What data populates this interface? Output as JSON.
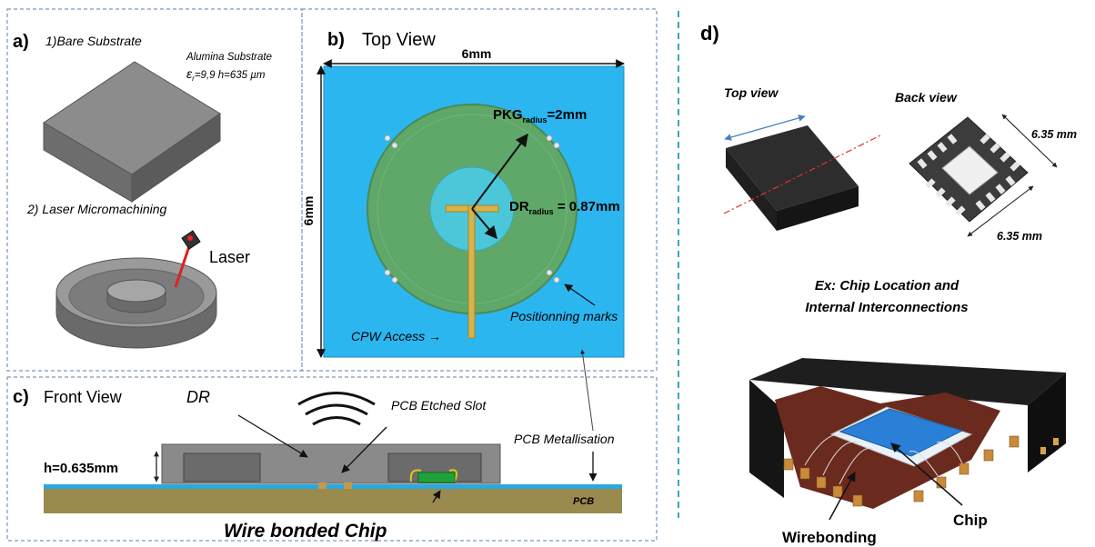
{
  "panel_a": {
    "letter": "a)",
    "step1": "1)Bare Substrate",
    "material": "Alumina Substrate",
    "eps_sym": "ε",
    "eps_sub": "r",
    "eps_val": "=9,9   h=635 µm",
    "step2": "2) Laser Micromachining",
    "laser": "Laser"
  },
  "panel_b": {
    "letter": "b)",
    "title": "Top View",
    "width_dim": "6mm",
    "height_dim": "6mm",
    "pkg_main": "PKG",
    "pkg_sub": "radius",
    "pkg_val": "=2mm",
    "dr_main": "DR",
    "dr_sub": "radius",
    "dr_val": " = 0.87mm",
    "cpw": "CPW Access →",
    "marks": "Positionning marks"
  },
  "panel_c": {
    "letter": "c)",
    "title": "Front View",
    "dr": "DR",
    "slot": "PCB Etched Slot",
    "metal": "PCB Metallisation",
    "height": "h=0.635mm",
    "pcb": "PCB",
    "chip": "Wire bonded Chip"
  },
  "panel_d": {
    "letter": "d)",
    "top_view": "Top view",
    "back_view": "Back view",
    "dim1": "6.35 mm",
    "dim2": "6.35 mm",
    "ex_line1": "Ex: Chip Location and",
    "ex_line2": "Internal Interconnections",
    "chip": "Chip",
    "wirebonding": "Wirebonding"
  },
  "colors": {
    "substrate_blue": "#2BB6F0",
    "pkg_green": "#5FA86A",
    "dr_cyan": "#4CC7DA",
    "pcb_olive": "#9B8A4E",
    "metal_blue": "#29A9E0",
    "dashed_teal": "#3BA6B8",
    "gray_part": "#8A8A8A"
  }
}
